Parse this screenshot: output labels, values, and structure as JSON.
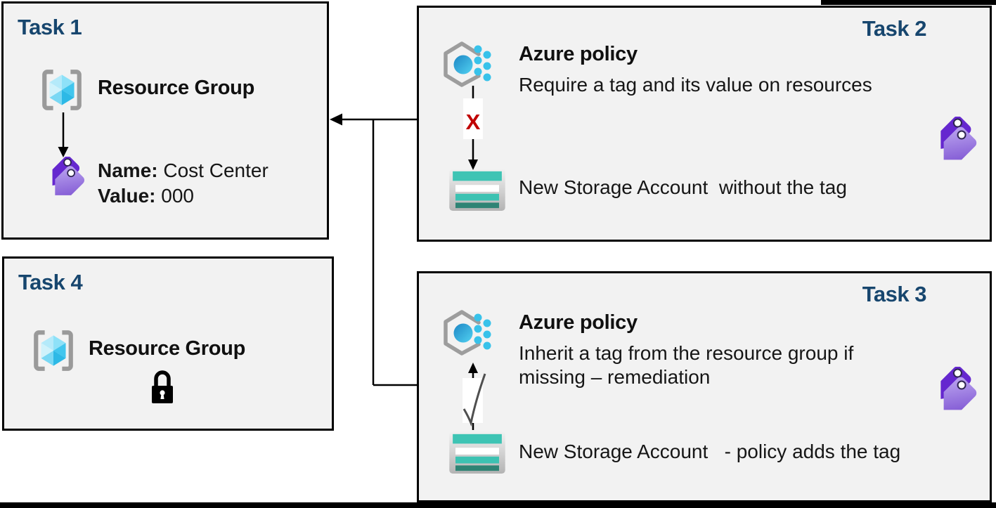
{
  "colors": {
    "task_title_navy": "#17466e",
    "box_fill": "#f2f2f2",
    "box_border": "#000000",
    "reject_x_red": "#c00000",
    "policy_dot_cyan": "#38c2ea",
    "storage_teal": "#3ec4b4",
    "storage_teal_dark": "#2e8374",
    "tag_purple_back": "#6527cf",
    "tag_purple_front": "#7a50cf"
  },
  "task1": {
    "title": "Task 1",
    "resource_group_label": "Resource Group",
    "tag": {
      "name_label": "Name:",
      "name_value": " Cost Center",
      "value_label": "Value:",
      "value_value": " 000"
    }
  },
  "task2": {
    "title": "Task 2",
    "policy_name": "Azure policy",
    "policy_description": "Require a tag and its value on resources",
    "reject_mark": "X",
    "storage_label": "New Storage Account  without the tag"
  },
  "task3": {
    "title": "Task 3",
    "policy_name": "Azure policy",
    "policy_description_line1": "Inherit a tag from the resource group if",
    "policy_description_line2": "missing – remediation",
    "storage_label": "New Storage Account   - policy adds the tag"
  },
  "task4": {
    "title": "Task 4",
    "resource_group_label": "Resource Group"
  }
}
